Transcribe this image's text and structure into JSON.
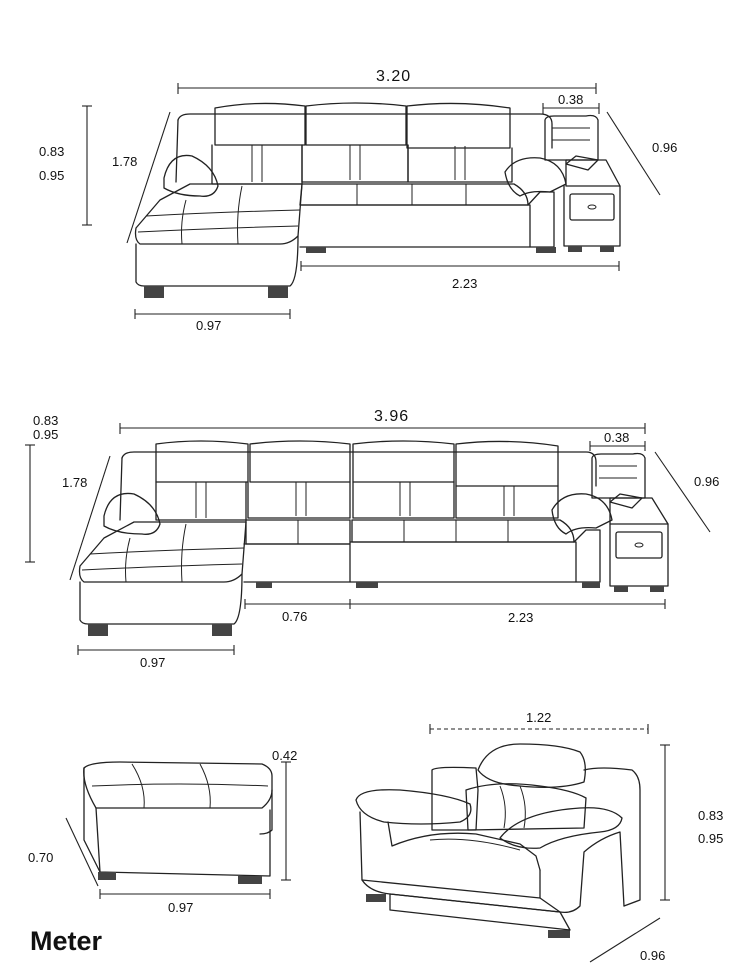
{
  "unit_label": "Meter",
  "top_sofa": {
    "total_width": "3.20",
    "side_table_width": "0.38",
    "depth_right": "0.96",
    "height_seat": "0.83",
    "height_back": "0.95",
    "chaise_length": "1.78",
    "main_section_width": "2.23",
    "chaise_width": "0.97"
  },
  "middle_sofa": {
    "height_seat": "0.83",
    "height_back": "0.95",
    "total_width": "3.96",
    "side_table_width": "0.38",
    "chaise_length": "1.78",
    "depth_right": "0.96",
    "middle_section_width": "0.76",
    "main_section_width": "2.23",
    "chaise_width": "0.97"
  },
  "ottoman": {
    "height": "0.42",
    "depth": "0.70",
    "width": "0.97"
  },
  "armchair": {
    "width": "1.22",
    "height_seat": "0.83",
    "height_back": "0.95",
    "depth": "0.96"
  }
}
